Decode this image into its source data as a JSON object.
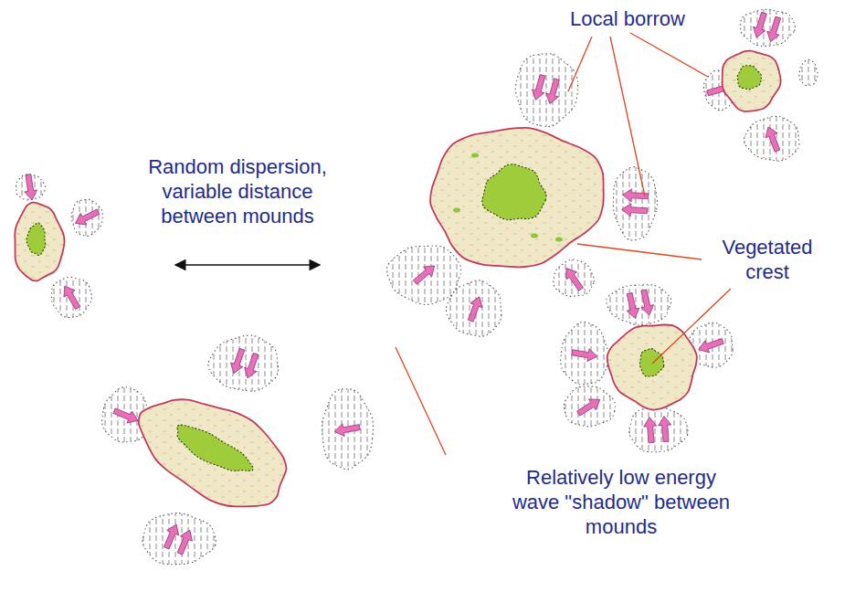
{
  "diagram": {
    "labels": [
      "Local borrow",
      "Random dispersion, variable distance between mounds",
      "Vegetated crest",
      "Relatively low energy wave \"shadow\" between mounds"
    ]
  }
}
